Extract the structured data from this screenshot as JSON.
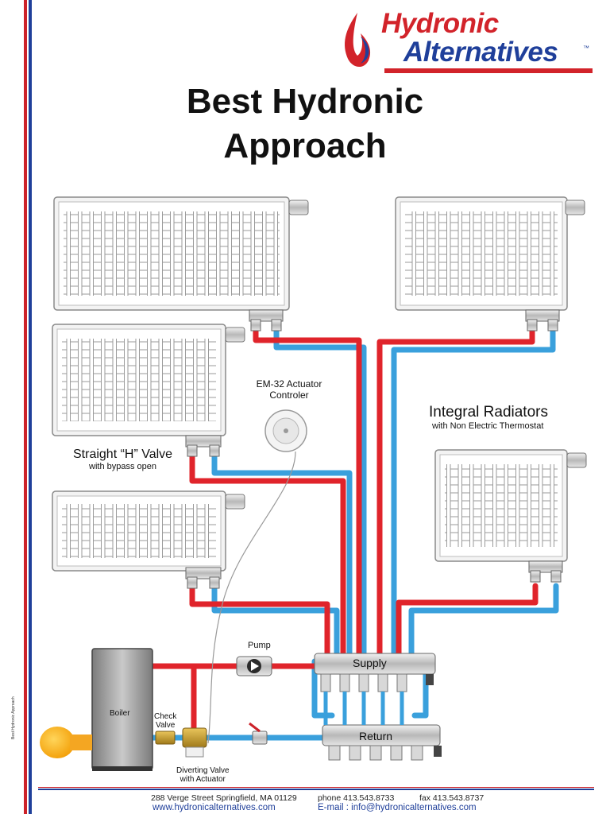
{
  "brand": {
    "line1": "Hydronic",
    "line2": "Alternatives",
    "tm": "™",
    "red": "#d2232a",
    "blue": "#1f3f9a"
  },
  "title": {
    "line1": "Best Hydronic",
    "line2": "Approach"
  },
  "labels": {
    "actuator_controller": {
      "line1": "EM-32 Actuator",
      "line2": "Controler"
    },
    "integral_radiators": {
      "title": "Integral Radiators",
      "subtitle": "with Non Electric Thermostat"
    },
    "h_valve": {
      "title": "Straight “H” Valve",
      "subtitle": "with bypass open"
    },
    "pump": "Pump",
    "supply": "Supply",
    "return": "Return",
    "boiler": "Boiler",
    "check_valve": {
      "line1": "Check",
      "line2": "Valve"
    },
    "diverting_valve": {
      "line1": "Diverting Valve",
      "line2": "with Actuator"
    }
  },
  "pipe_colors": {
    "supply": "#e0242b",
    "return": "#3aa0dc"
  },
  "footer": {
    "address": "288 Verge Street  Springfield, MA 01129",
    "website": "www.hydronicalternatives.com",
    "phone": "phone 413.543.8733",
    "fax": "fax 413.543.8737",
    "email": "E-mail : info@hydronicalternatives.com"
  },
  "side_note": "Best Hydronic Approach"
}
